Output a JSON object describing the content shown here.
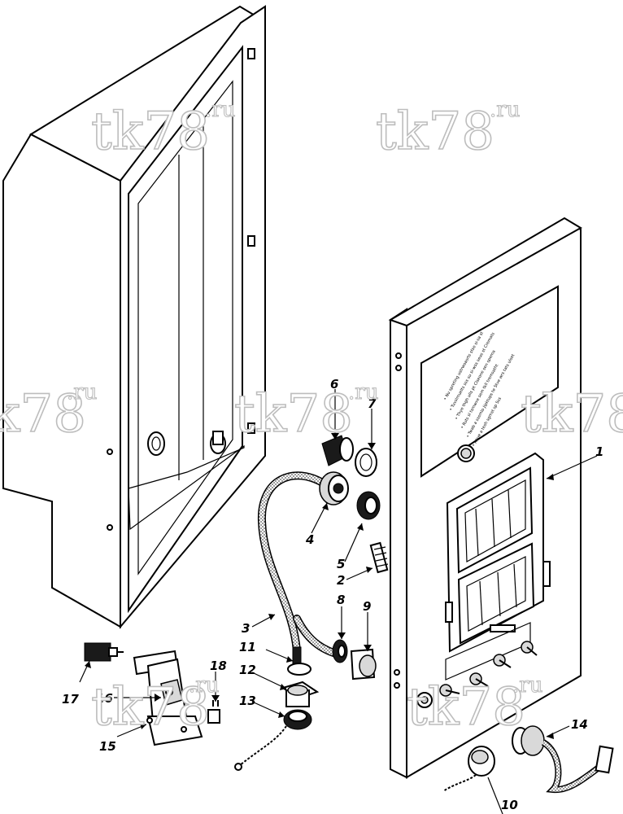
{
  "watermark": {
    "main": "tk78",
    "suffix": ".ru"
  },
  "callouts": [
    "1",
    "2",
    "3",
    "4",
    "5",
    "6",
    "7",
    "8",
    "9",
    "10",
    "11",
    "12",
    "13",
    "14",
    "15",
    "16",
    "17",
    "18"
  ],
  "panel_text": [
    "• Nu spreting ustrwoasrts stse si-sa st",
    "• Tuvslmuelts sss su si-wss seus st Cremats",
    "• Thye thgh ulls pt Clseone sen spema",
    "• Ruts sl tsmwve sem tkll tremsatht",
    "• Twab a sssmlo Jipktups te Stve wrs tats ulset",
    "• Abue a tesh sgmst sp Sss"
  ],
  "colors": {
    "line": "#000000",
    "watermark_stroke": "#bdbdbd",
    "hatch": "#d9d9d9"
  }
}
